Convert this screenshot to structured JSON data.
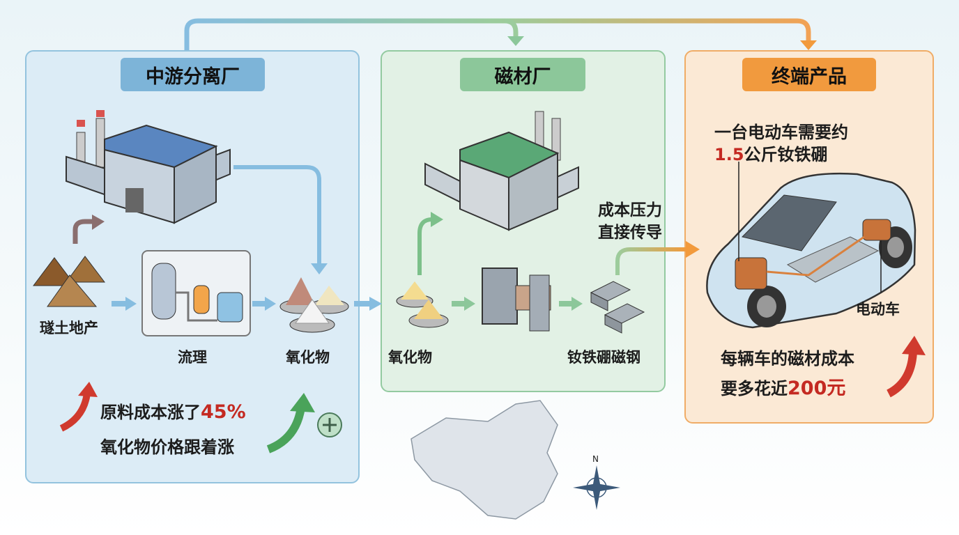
{
  "sections": {
    "midstream": {
      "title": "中游分离厂",
      "color": "#7db4d8"
    },
    "magnet_factory": {
      "title": "磁材厂",
      "color": "#8cc79a"
    },
    "end_product": {
      "title": "终端产品",
      "color": "#f19a3e"
    }
  },
  "midstream_flow": {
    "raw": "璲土地产",
    "process": "流理",
    "oxide": "氧化物"
  },
  "midstream_note": {
    "line1_prefix": "原料成本涨了",
    "line1_value": "45%",
    "line2": "氧化物价格跟着涨"
  },
  "magnet_flow": {
    "oxide": "氧化物",
    "magnet": "钕铁硼磁钢"
  },
  "transfer_note": {
    "line1": "成本压力",
    "line2": "直接传导"
  },
  "end_product_note": {
    "line1": "一台电动车需要约",
    "line2_value": "1.5",
    "line2_suffix": "公斤钕铁硼",
    "car_label": "电动车",
    "cost_line1": "每辆车的磁材成本",
    "cost_line2_prefix": "要多花近",
    "cost_line2_value": "200元"
  },
  "map": {
    "compass_label": "N"
  }
}
